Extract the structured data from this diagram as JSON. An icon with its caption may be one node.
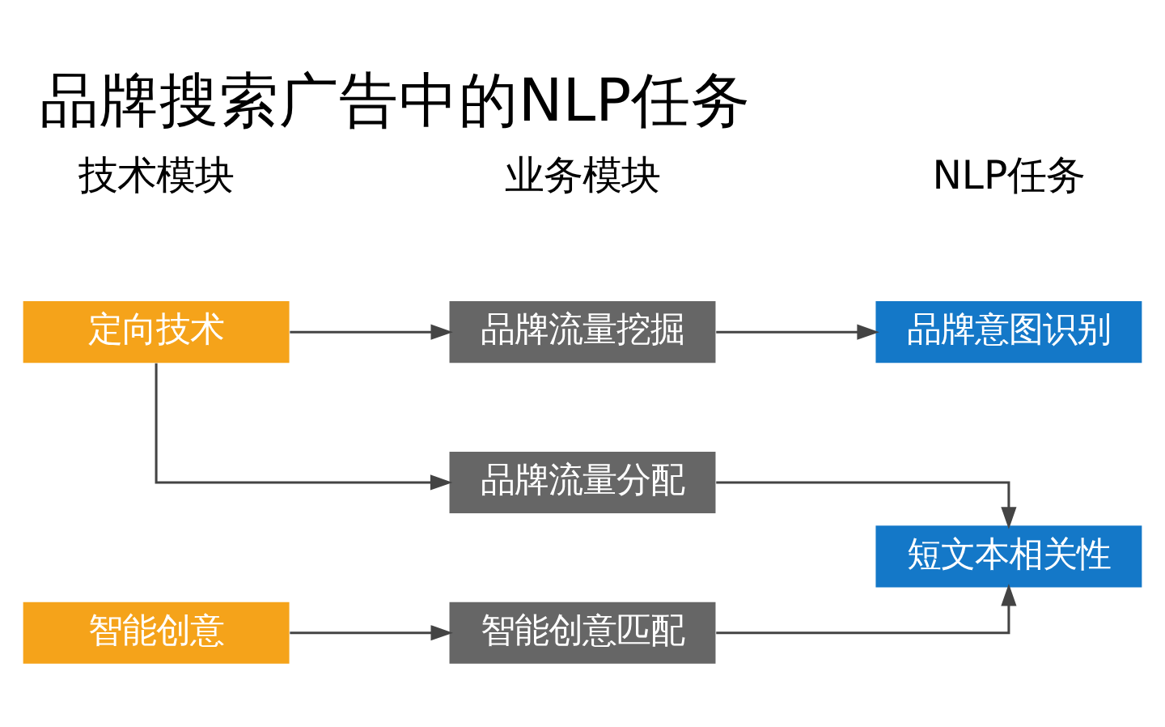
{
  "diagram": {
    "title": "品牌搜索广告中的NLP任务",
    "nodes": [
      {
        "text": [
          "定向技术"
        ]
      },
      {
        "text": [
          "智能创意"
        ]
      },
      {
        "text": [
          "品牌流量挖掘"
        ]
      },
      {
        "text": [
          "品牌流量分配"
        ]
      },
      {
        "text": [
          "智能创意匹配"
        ]
      },
      {
        "text": [
          "品牌意图识别"
        ]
      },
      {
        "text": [
          "短文本相关性"
        ]
      }
    ],
    "edges": [
      {
        "from": 0,
        "to": 2,
        "arrow": "to"
      },
      {
        "from": 0,
        "to": 3,
        "arrow": "to"
      },
      {
        "from": 1,
        "to": 4,
        "arrow": "to"
      },
      {
        "from": 2,
        "to": 5,
        "arrow": "to"
      },
      {
        "from": 3,
        "to": 6,
        "arrow": "to"
      },
      {
        "from": 4,
        "to": 6,
        "arrow": "to"
      }
    ],
    "labels": [
      "技术模块",
      "业务模块",
      "NLP任务"
    ]
  }
}
